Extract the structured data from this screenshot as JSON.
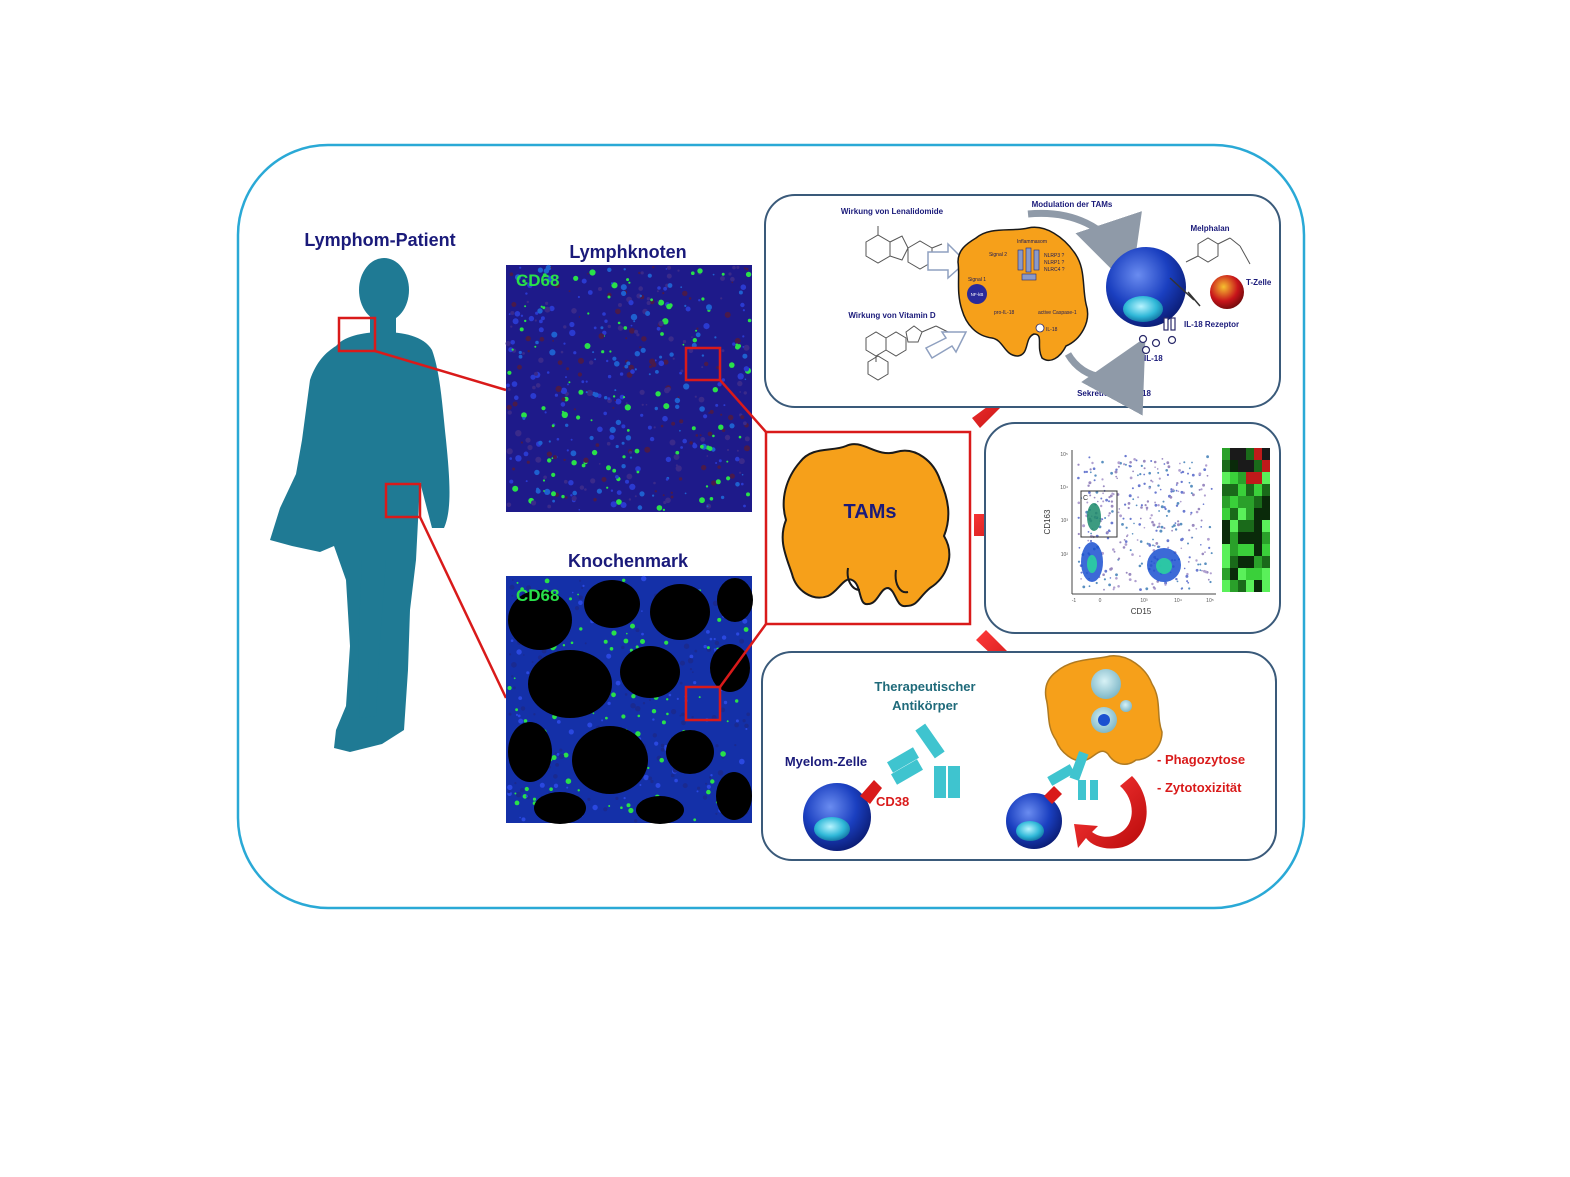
{
  "labels": {
    "patient": "Lymphom-Patient",
    "lymph_node": "Lymphknoten",
    "bone_marrow": "Knochenmark",
    "cd68_stain_top": "CD68",
    "cd68_stain_bottom": "CD68",
    "tams": "TAMs"
  },
  "mechanism_panel": {
    "lenalidomide": "Wirkung von Lenalidomide",
    "modulation": "Modulation der TAMs",
    "melphalan": "Melphalan",
    "t_cell": "T-Zelle",
    "vitamin_d": "Wirkung von Vitamin D",
    "il18_receptor": "IL-18 Rezeptor",
    "il18": "IL-18",
    "secretion": "Sekretion von IL-18",
    "signal_1": "Signal 1",
    "signal_2": "Signal 2",
    "nfkb": "NF-kB",
    "inflammasom": "Inflammasom",
    "nlrp3": "NLRP3 ?",
    "nlrp1": "NLRP1 ?",
    "nlrc4": "NLRC4 ?",
    "pro_il18": "pro-IL-18",
    "caspase": "active Caspase-1",
    "il18_small": "IL-18"
  },
  "flow_panel": {
    "y_axis": "CD163",
    "x_axis": "CD15",
    "gate": "C",
    "y_ticks": [
      "10⁵",
      "10⁴",
      "10³",
      "10²"
    ],
    "x_ticks": [
      "-1",
      "0",
      "10³",
      "10⁴",
      "10⁵"
    ]
  },
  "therapy_panel": {
    "antibody_line1": "Therapeutischer",
    "antibody_line2": "Antikörper",
    "myeloma": "Myelom-Zelle",
    "cd38": "CD38",
    "phagocytosis": "- Phagozytose",
    "cytotoxicity": "- Zytotoxizität"
  },
  "colors": {
    "frame": "#2aa9d6",
    "silhouette": "#1f7a94",
    "navy": "#1a1a7a",
    "red": "#d91a1a",
    "tam_orange": "#f6a01a",
    "cd68_green": "#29e04a",
    "antibody_teal": "#3fc4cf"
  }
}
